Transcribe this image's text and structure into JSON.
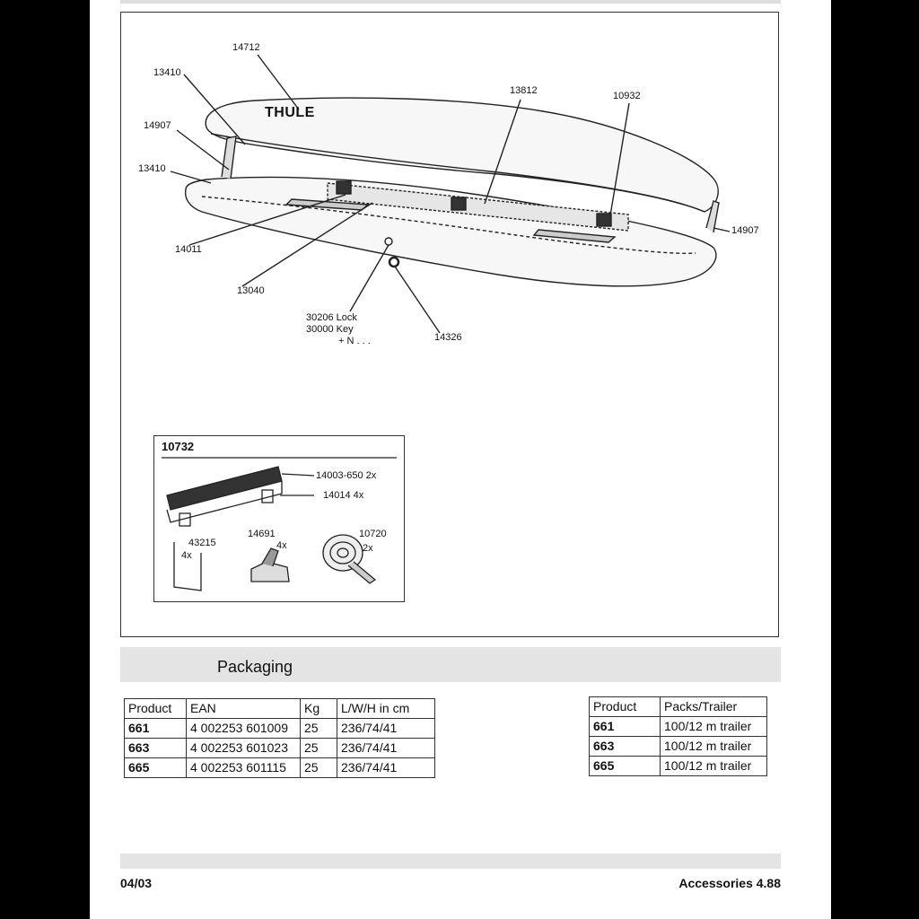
{
  "diagram": {
    "labels": {
      "p14712": "14712",
      "p13410a": "13410",
      "p14907a": "14907",
      "p13410b": "13410",
      "p13812": "13812",
      "p10932": "10932",
      "p14907b": "14907",
      "p14011": "14011",
      "p13040": "13040",
      "p30206": "30206 Lock",
      "p30000": "30000 Key",
      "pN": "+ N . . .",
      "p14326": "14326"
    },
    "brand_logo": "THULE"
  },
  "inset": {
    "title": "10732",
    "labels": {
      "p14003": "14003-650  2x",
      "p14014": "14014  4x",
      "p43215": "43215",
      "p43215q": "4x",
      "p14691": "14691",
      "p14691q": "4x",
      "p10720": "10720",
      "p10720q": "2x"
    }
  },
  "packaging": {
    "heading": "Packaging",
    "table1": {
      "headers": [
        "Product",
        "EAN",
        "Kg",
        "L/W/H in cm"
      ],
      "rows": [
        [
          "661",
          "4 002253 601009",
          "25",
          "236/74/41"
        ],
        [
          "663",
          "4 002253 601023",
          "25",
          "236/74/41"
        ],
        [
          "665",
          "4 002253 601115",
          "25",
          "236/74/41"
        ]
      ]
    },
    "table2": {
      "headers": [
        "Product",
        "Packs/Trailer"
      ],
      "rows": [
        [
          "661",
          "100/12 m trailer"
        ],
        [
          "663",
          "100/12 m trailer"
        ],
        [
          "665",
          "100/12 m trailer"
        ]
      ]
    }
  },
  "footer": {
    "date": "04/03",
    "section": "Accessories 4.88"
  }
}
